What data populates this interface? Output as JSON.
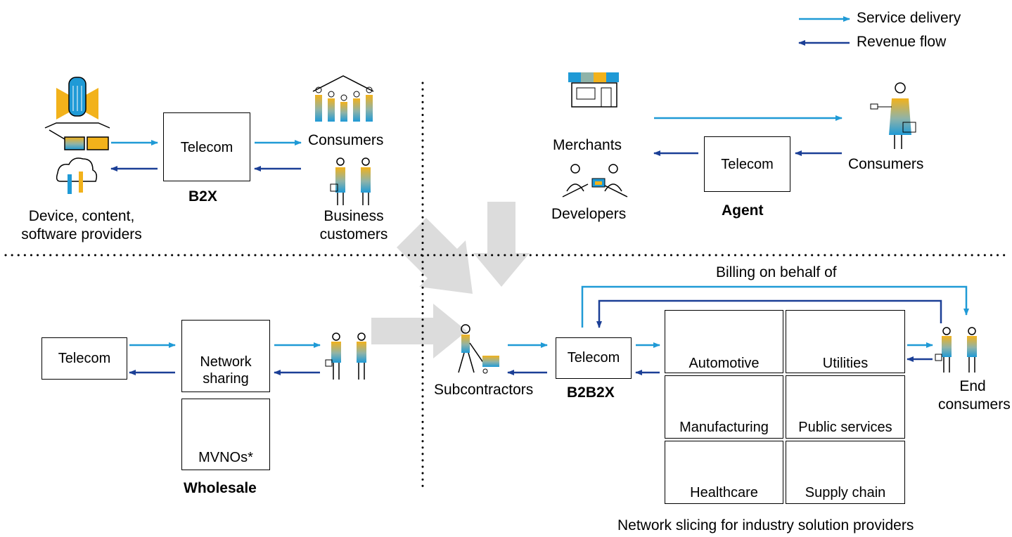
{
  "legend": {
    "service_delivery": "Service delivery",
    "revenue_flow": "Revenue flow"
  },
  "colors": {
    "service": "#1f9ad6",
    "revenue": "#1b3f96",
    "yellow": "#f2b21b",
    "grey_arrow": "#dcdcdc"
  },
  "b2x": {
    "title": "B2X",
    "telecom": "Telecom",
    "consumers": "Consumers",
    "business_1": "Business",
    "business_2": "customers",
    "providers_1": "Device, content,",
    "providers_2": "software providers"
  },
  "agent": {
    "title": "Agent",
    "telecom": "Telecom",
    "merchants": "Merchants",
    "developers": "Developers",
    "consumers": "Consumers"
  },
  "wholesale": {
    "title": "Wholesale",
    "telecom": "Telecom",
    "network_1": "Network",
    "network_2": "sharing",
    "mvnos": "MVNOs*"
  },
  "b2b2x": {
    "title": "B2B2X",
    "telecom": "Telecom",
    "subcontractors": "Subcontractors",
    "billing": "Billing on behalf of",
    "end_1": "End",
    "end_2": "consumers",
    "industries": [
      "Automotive",
      "Utilities",
      "Manufacturing",
      "Public services",
      "Healthcare",
      "Supply chain"
    ],
    "caption": "Network slicing for industry solution providers"
  }
}
